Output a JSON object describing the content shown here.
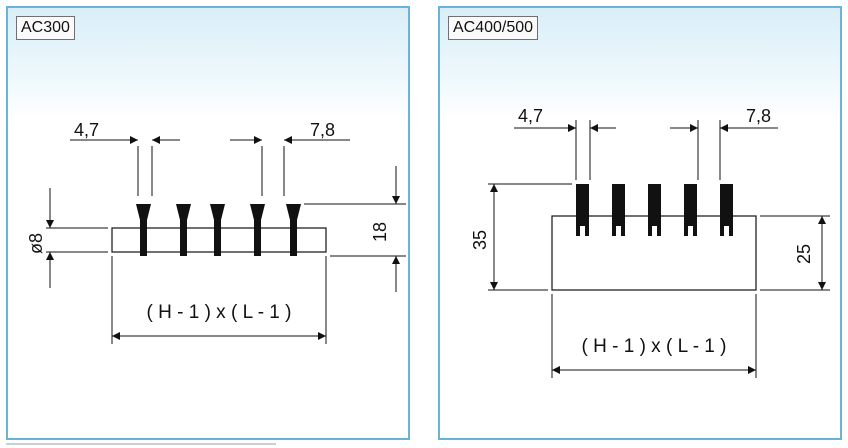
{
  "panels": {
    "ac300": {
      "title": "AC300",
      "dim_left_gap": "4,7",
      "dim_right_gap": "7,8",
      "dim_diameter": "ø8",
      "dim_height": "18",
      "dim_formula": "( H - 1 )  x  ( L - 1 )"
    },
    "ac400": {
      "title": "AC400/500",
      "dim_left_gap": "4,7",
      "dim_right_gap": "7,8",
      "dim_total_height": "35",
      "dim_body_height": "25",
      "dim_formula": "( H - 1 )  x  ( L - 1 )"
    }
  }
}
